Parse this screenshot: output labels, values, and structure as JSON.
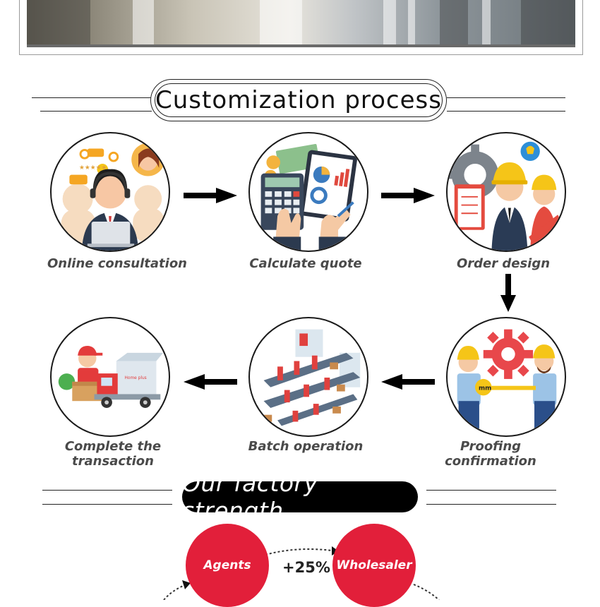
{
  "section1": {
    "title": "Customization process"
  },
  "steps": [
    {
      "label": "Online consultation",
      "icon": "customer-service-icon"
    },
    {
      "label": "Calculate quote",
      "icon": "calculator-tablet-icon"
    },
    {
      "label": "Order design",
      "icon": "engineers-design-icon"
    },
    {
      "label": "Proofing confirmation",
      "icon": "workers-gear-icon"
    },
    {
      "label": "Batch operation",
      "icon": "assembly-line-icon"
    },
    {
      "label": "Complete the transaction",
      "icon": "delivery-truck-icon"
    }
  ],
  "section2": {
    "title": "Our factory strength",
    "nodes": [
      {
        "label": "Agents"
      },
      {
        "label": "Wholesaler"
      }
    ],
    "increase": "+25%"
  },
  "colors": {
    "accent_red": "#e21f3a",
    "text_gray": "#4a4a4a",
    "ink": "#111111"
  }
}
